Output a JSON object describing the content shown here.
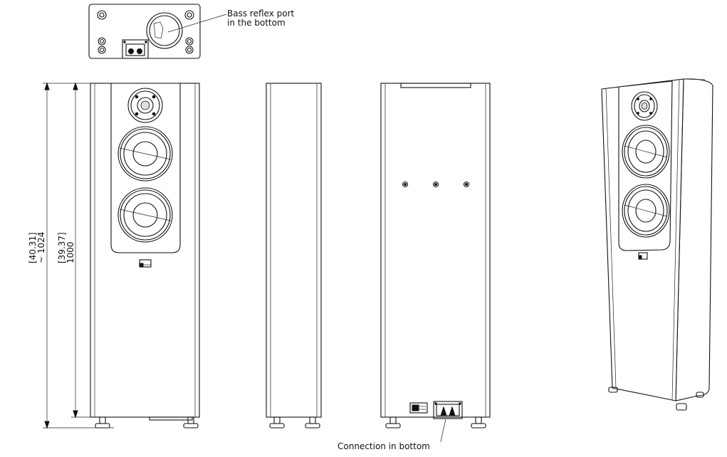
{
  "annotations": {
    "bass_port_line1": "Bass reflex port",
    "bass_port_line2": "in the bottom",
    "connection": "Connection in bottom"
  },
  "dimensions": {
    "overall_inch": "[40.31]",
    "overall_mm": "~ 1024",
    "cabinet_inch": "[39.37]",
    "cabinet_mm": "1000"
  }
}
